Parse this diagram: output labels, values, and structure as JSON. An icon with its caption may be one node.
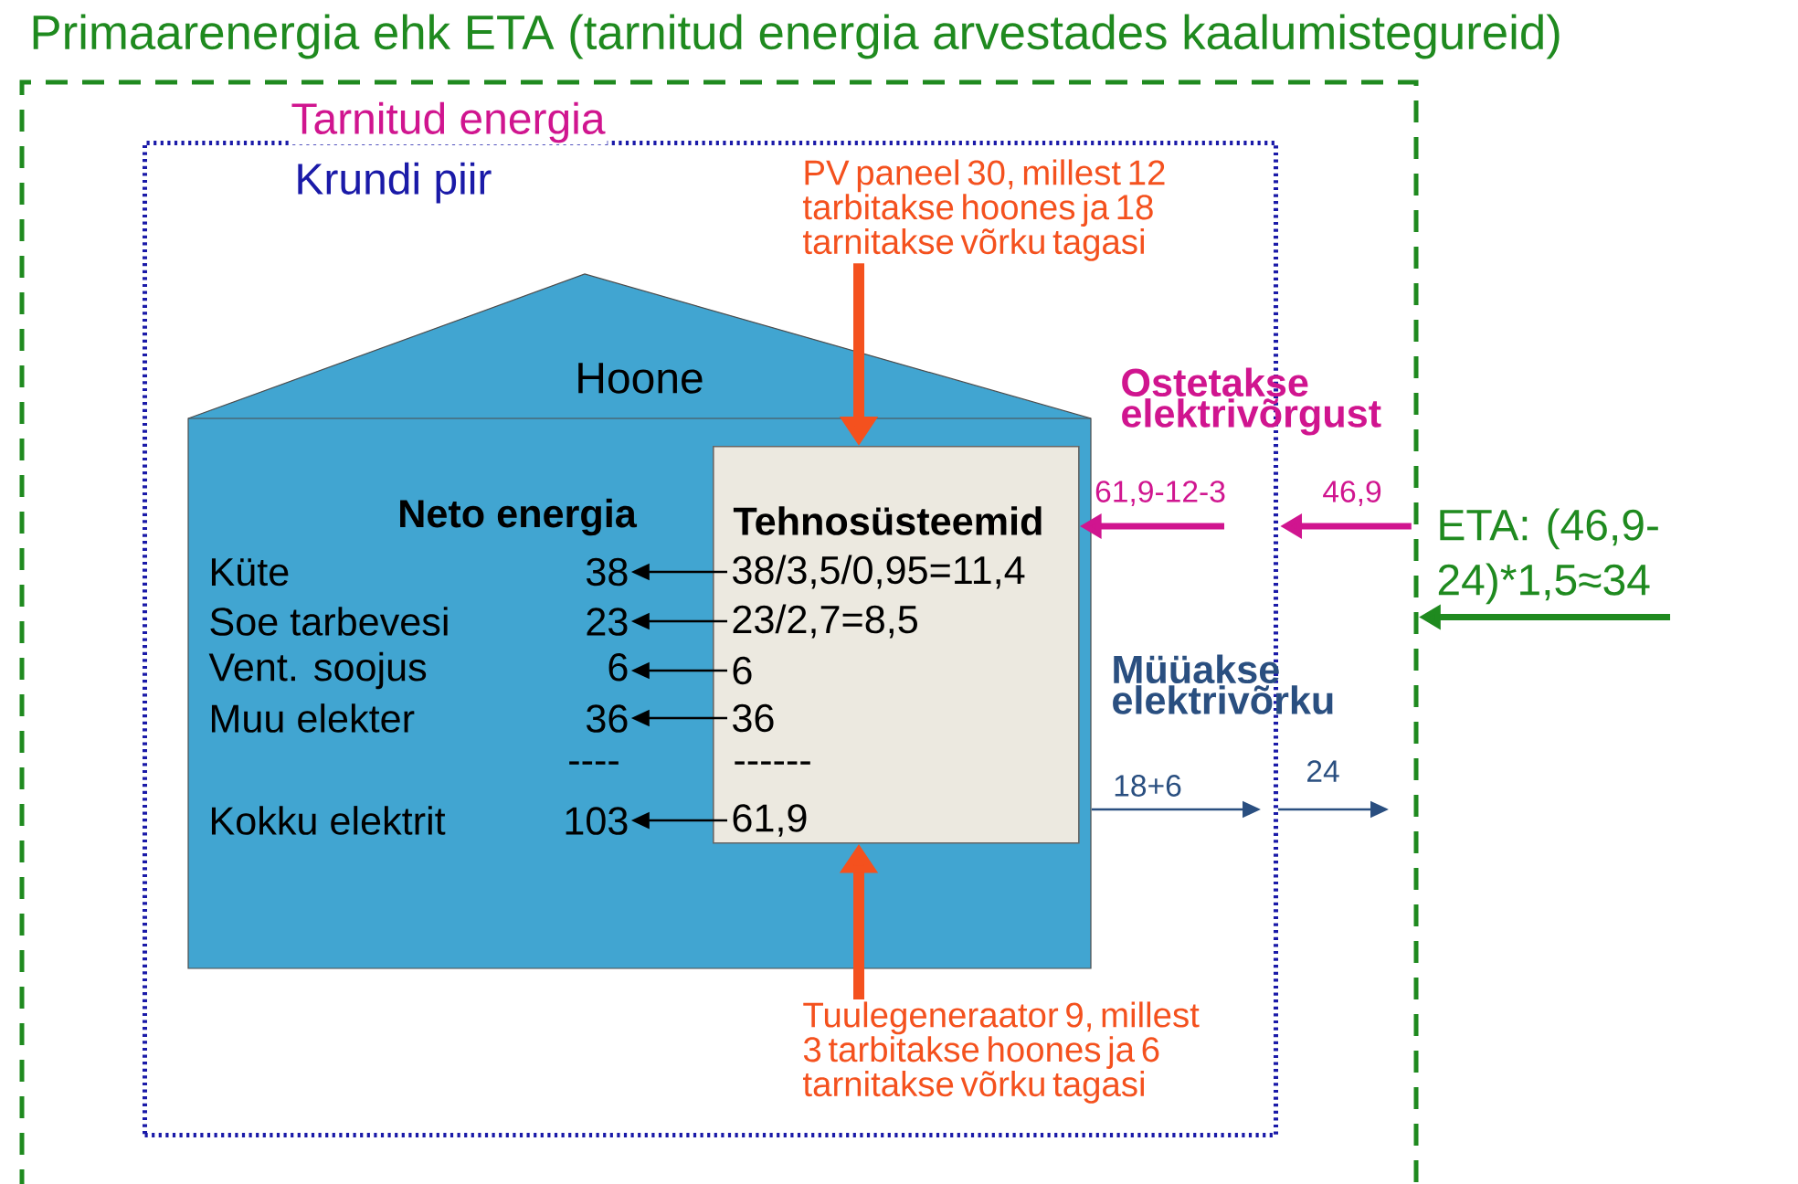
{
  "diagram": {
    "title": "Primaarenergia ehk ETA (tarnitud energia arvestades kaalumistegureid)",
    "nodes": [
      {
        "text": [],
        "shape": "box"
      },
      {
        "text": [
          "Tarnitud energia",
          "Krundi piir"
        ],
        "in": 0
      },
      {
        "text": [
          "Hoone"
        ],
        "in": 1
      },
      {
        "text": [
          "Tehnosüsteemid"
        ],
        "in": 2
      },
      {
        "text": [
          "38/3,5/0,95=11,4"
        ],
        "in": 3
      },
      {
        "text": [
          "23/2,7=8,5"
        ],
        "in": 3
      },
      {
        "text": [
          "6"
        ],
        "in": 3
      },
      {
        "text": [
          "36"
        ],
        "in": 3
      },
      {
        "text": [
          "61,9"
        ],
        "in": 3
      },
      {
        "text": [
          "Küte",
          "38"
        ],
        "in": 2
      },
      {
        "text": [
          "Soe tarbevesi",
          "23"
        ],
        "in": 2
      },
      {
        "text": [
          "Vent. soojus",
          "6"
        ],
        "in": 2
      },
      {
        "text": [
          "Muu elekter",
          "36"
        ],
        "in": 2
      },
      {
        "text": [
          "Kokku elektrit",
          "103"
        ],
        "in": 2
      },
      {
        "text": [
          "PV paneel 30, millest 12 tarbitakse hoones ja 18 tarnitakse võrku tagasi"
        ],
        "in": 1
      },
      {
        "text": [
          "Tuulegeneraator 9, millest 3 tarbitakse hoones ja 6 tarnitakse võrku tagasi"
        ],
        "in": 1
      },
      {
        "text": [
          "ETA: (46,9-24)*1,5≈34"
        ]
      }
    ],
    "edges": [
      {
        "from": 4,
        "to": 9,
        "arrow": "to"
      },
      {
        "from": 5,
        "to": 10,
        "arrow": "to"
      },
      {
        "from": 6,
        "to": 11,
        "arrow": "to"
      },
      {
        "from": 7,
        "to": 12,
        "arrow": "to"
      },
      {
        "from": 8,
        "to": 13,
        "arrow": "to"
      },
      {
        "from": 14,
        "to": 3,
        "arrow": "to",
        "style": "thick",
        "color": "#f4511e"
      },
      {
        "from": 15,
        "to": 3,
        "arrow": "to",
        "style": "thick",
        "color": "#f4511e"
      },
      {
        "from": 0,
        "to": 1,
        "arrow": "to",
        "label": "46,9",
        "style": "thick",
        "color": "#d0158f"
      },
      {
        "from": null,
        "to": 3,
        "arrow": "to",
        "label": "61,9-12-3",
        "style": "thick",
        "color": "#d0158f"
      },
      {
        "from": 16,
        "to": 0,
        "arrow": "to",
        "style": "thick",
        "color": "#1f8a1f"
      },
      {
        "from": 2,
        "to": null,
        "arrow": "to",
        "label": "18+6",
        "color": "#2a4f80"
      },
      {
        "from": 1,
        "to": null,
        "arrow": "to",
        "label": "24",
        "color": "#2a4f80"
      }
    ],
    "labels": [
      "Neto energia",
      "----",
      "------",
      "Ostetakse elektrivõrgust",
      "Müüakse elektrivõrku"
    ]
  }
}
